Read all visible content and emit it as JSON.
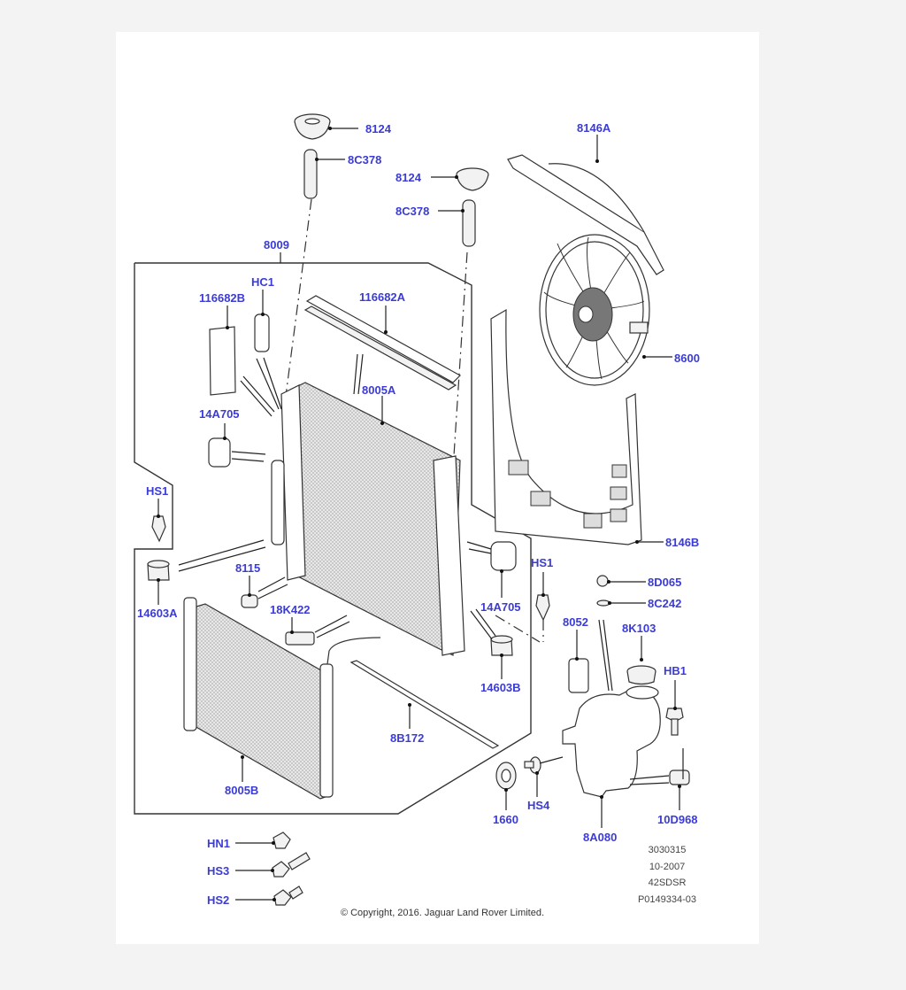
{
  "diagram": {
    "title": "Radiator, cooling fan and expansion tank exploded parts diagram",
    "label_color": "#3b3bd6",
    "callouts": {
      "c8124_top": "8124",
      "c8C378_top": "8C378",
      "c8124_mid": "8124",
      "c8C378_mid": "8C378",
      "c8146A": "8146A",
      "c8009": "8009",
      "cHC1": "HC1",
      "c116682B": "116682B",
      "c116682A": "116682A",
      "c8600": "8600",
      "c8005A": "8005A",
      "c14A705_left": "14A705",
      "cHS1_left": "HS1",
      "c8146B": "8146B",
      "c8115": "8115",
      "cHS1_right": "HS1",
      "c8D065": "8D065",
      "c14603A": "14603A",
      "c18K422": "18K422",
      "c14A705_right": "14A705",
      "c8C242": "8C242",
      "c8052": "8052",
      "c8K103": "8K103",
      "cHB1": "HB1",
      "c14603B": "14603B",
      "c8B172": "8B172",
      "c8005B": "8005B",
      "c1660": "1660",
      "cHS4": "HS4",
      "c10D968": "10D968",
      "c8A080": "8A080",
      "cHN1": "HN1",
      "cHS3": "HS3",
      "cHS2": "HS2"
    },
    "reference": {
      "line1": "3030315",
      "line2": "10-2007",
      "line3": "42SDSR",
      "line4": "P0149334-03"
    },
    "copyright": "© Copyright, 2016. Jaguar Land Rover Limited."
  }
}
